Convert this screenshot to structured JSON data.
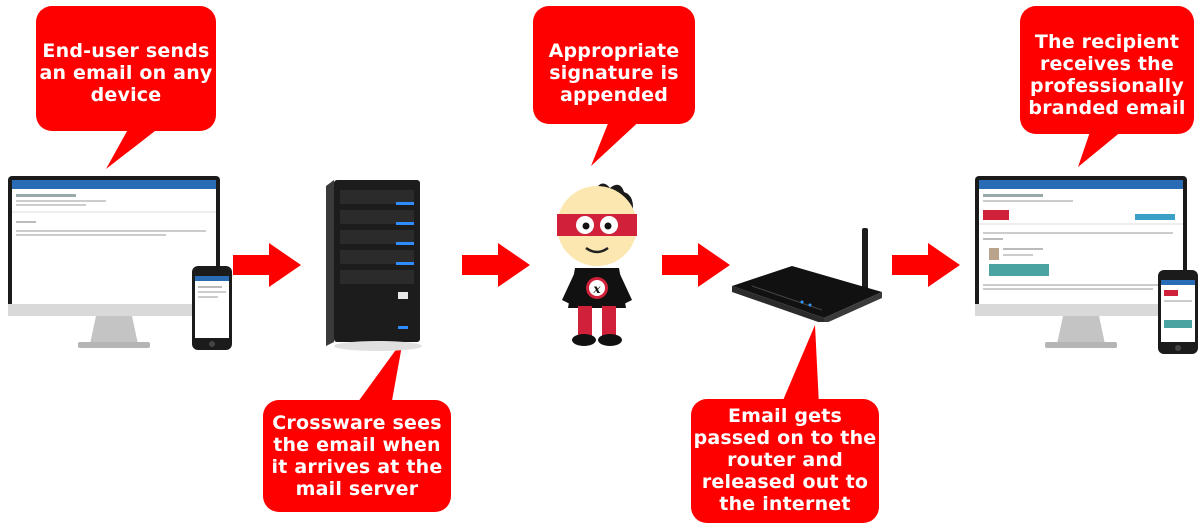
{
  "bubbles": {
    "end_user": "End-user sends an email on any device",
    "signature": "Appropriate signature is appended",
    "recipient": "The recipient receives the professionally branded email",
    "crossware": "Crossware sees the email when it arrives at the mail server",
    "router": "Email gets passed on to the router and released out to the internet"
  },
  "colors": {
    "bubble": "#ff0000",
    "arrow": "#ff0000",
    "mascot_band": "#d0203a"
  },
  "mascot_badge": "x",
  "icons": [
    "desktop-monitor-icon",
    "smartphone-icon",
    "server-tower-icon",
    "mascot-icon",
    "router-icon"
  ]
}
